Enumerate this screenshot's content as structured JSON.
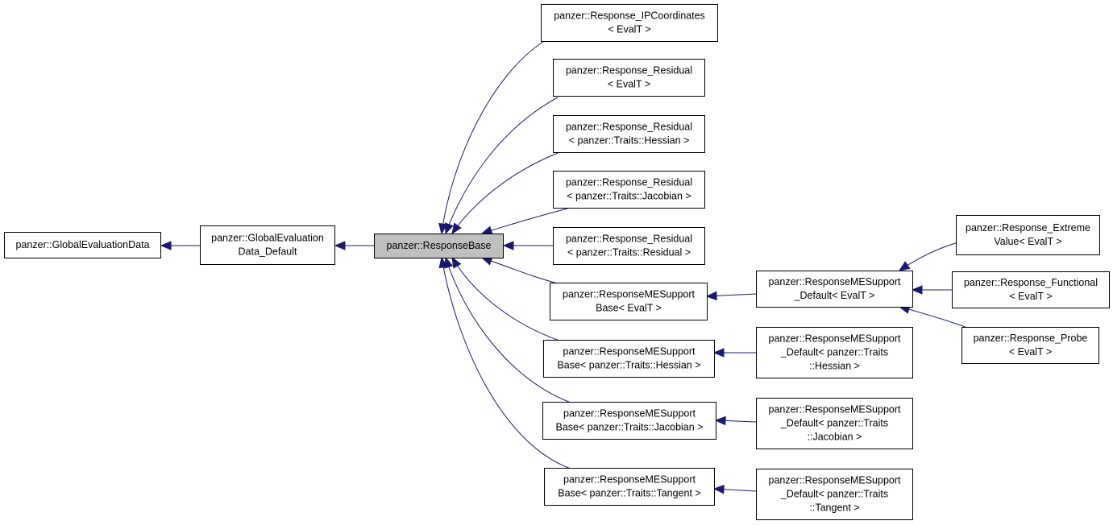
{
  "diagram": {
    "nodes": [
      {
        "id": "ged",
        "lines": [
          "panzer::GlobalEvaluationData"
        ]
      },
      {
        "id": "gedd",
        "lines": [
          "panzer::GlobalEvaluation",
          "Data_Default"
        ]
      },
      {
        "id": "rb",
        "lines": [
          "panzer::ResponseBase"
        ],
        "highlight": true
      },
      {
        "id": "ripc",
        "lines": [
          "panzer::Response_IPCoordinates",
          "< EvalT >"
        ]
      },
      {
        "id": "rres",
        "lines": [
          "panzer::Response_Residual",
          "< EvalT >"
        ]
      },
      {
        "id": "rresh",
        "lines": [
          "panzer::Response_Residual",
          "< panzer::Traits::Hessian >"
        ]
      },
      {
        "id": "rresj",
        "lines": [
          "panzer::Response_Residual",
          "< panzer::Traits::Jacobian >"
        ]
      },
      {
        "id": "rresr",
        "lines": [
          "panzer::Response_Residual",
          "< panzer::Traits::Residual >"
        ]
      },
      {
        "id": "rmsb",
        "lines": [
          "panzer::ResponseMESupport",
          "Base< EvalT >"
        ]
      },
      {
        "id": "rmsbh",
        "lines": [
          "panzer::ResponseMESupport",
          "Base< panzer::Traits::Hessian >"
        ]
      },
      {
        "id": "rmsbj",
        "lines": [
          "panzer::ResponseMESupport",
          "Base< panzer::Traits::Jacobian >"
        ]
      },
      {
        "id": "rmsbt",
        "lines": [
          "panzer::ResponseMESupport",
          "Base< panzer::Traits::Tangent >"
        ]
      },
      {
        "id": "rmsd",
        "lines": [
          "panzer::ResponseMESupport",
          "_Default< EvalT >"
        ]
      },
      {
        "id": "rmsdh",
        "lines": [
          "panzer::ResponseMESupport",
          "_Default< panzer::Traits",
          "::Hessian >"
        ]
      },
      {
        "id": "rmsdj",
        "lines": [
          "panzer::ResponseMESupport",
          "_Default< panzer::Traits",
          "::Jacobian >"
        ]
      },
      {
        "id": "rmsdt",
        "lines": [
          "panzer::ResponseMESupport",
          "_Default< panzer::Traits",
          "::Tangent >"
        ]
      },
      {
        "id": "rext",
        "lines": [
          "panzer::Response_Extreme",
          "Value< EvalT >"
        ]
      },
      {
        "id": "rfun",
        "lines": [
          "panzer::Response_Functional",
          "< EvalT >"
        ]
      },
      {
        "id": "rprb",
        "lines": [
          "panzer::Response_Probe",
          "< EvalT >"
        ]
      }
    ],
    "edges": [
      {
        "from": "gedd",
        "to": "ged"
      },
      {
        "from": "rb",
        "to": "gedd"
      },
      {
        "from": "ripc",
        "to": "rb"
      },
      {
        "from": "rres",
        "to": "rb"
      },
      {
        "from": "rresh",
        "to": "rb"
      },
      {
        "from": "rresj",
        "to": "rb"
      },
      {
        "from": "rresr",
        "to": "rb"
      },
      {
        "from": "rmsb",
        "to": "rb"
      },
      {
        "from": "rmsbh",
        "to": "rb"
      },
      {
        "from": "rmsbj",
        "to": "rb"
      },
      {
        "from": "rmsbt",
        "to": "rb"
      },
      {
        "from": "rmsd",
        "to": "rmsb"
      },
      {
        "from": "rmsdh",
        "to": "rmsbh"
      },
      {
        "from": "rmsdj",
        "to": "rmsbj"
      },
      {
        "from": "rmsdt",
        "to": "rmsbt"
      },
      {
        "from": "rext",
        "to": "rmsd"
      },
      {
        "from": "rfun",
        "to": "rmsd"
      },
      {
        "from": "rprb",
        "to": "rmsd"
      }
    ],
    "colors": {
      "edge": "#191970",
      "highlight_fill": "#bfbfbf",
      "node_fill": "#ffffff",
      "border": "#000000"
    }
  }
}
